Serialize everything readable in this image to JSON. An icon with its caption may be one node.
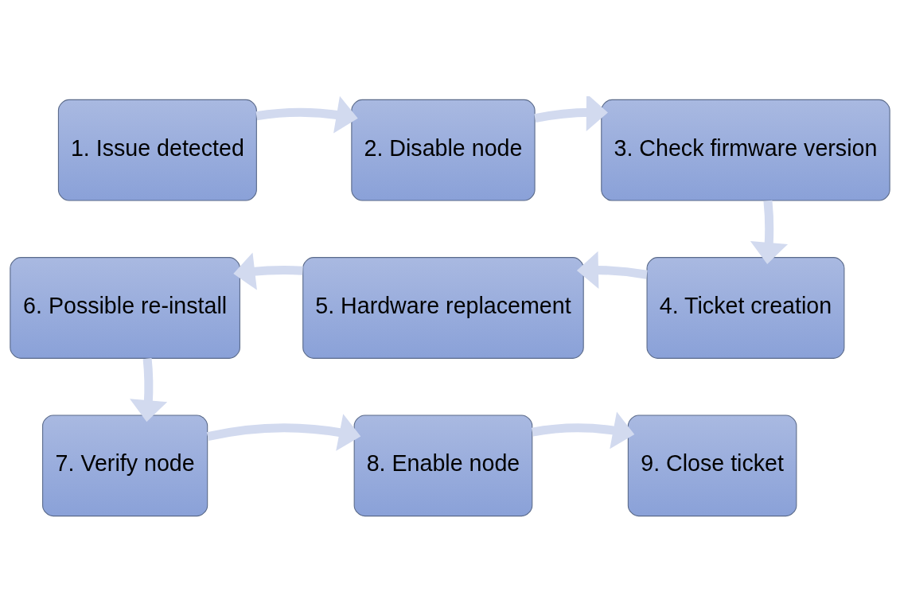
{
  "diagram": {
    "nodes": [
      {
        "text": [
          "1. Issue detected"
        ]
      },
      {
        "text": [
          "2. Disable node"
        ]
      },
      {
        "text": [
          "3. Check firmware version"
        ]
      },
      {
        "text": [
          "4. Ticket creation"
        ]
      },
      {
        "text": [
          "5. Hardware replacement"
        ]
      },
      {
        "text": [
          "6. Possible re-install"
        ]
      },
      {
        "text": [
          "7. Verify node"
        ]
      },
      {
        "text": [
          "8. Enable node"
        ]
      },
      {
        "text": [
          "9. Close ticket"
        ]
      }
    ],
    "edges": [
      {
        "from": 0,
        "to": 1,
        "arrow": "to"
      },
      {
        "from": 1,
        "to": 2,
        "arrow": "to"
      },
      {
        "from": 2,
        "to": 3,
        "arrow": "to"
      },
      {
        "from": 3,
        "to": 4,
        "arrow": "to"
      },
      {
        "from": 4,
        "to": 5,
        "arrow": "to"
      },
      {
        "from": 5,
        "to": 6,
        "arrow": "to"
      },
      {
        "from": 6,
        "to": 7,
        "arrow": "to"
      },
      {
        "from": 7,
        "to": 8,
        "arrow": "to"
      }
    ]
  }
}
